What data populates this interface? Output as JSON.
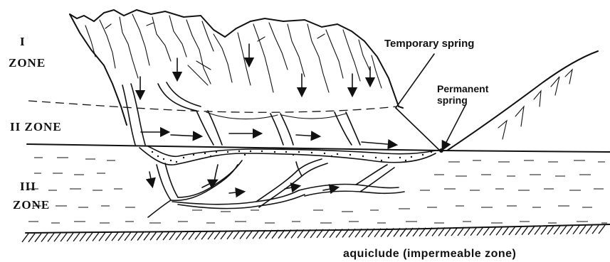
{
  "zones": {
    "zone1_roman": "I",
    "zone1_word": "ZONE",
    "zone2": "II ZONE",
    "zone3_roman": "III",
    "zone3_word": "ZONE"
  },
  "callouts": {
    "temporary_spring": "Temporary spring",
    "permanent_spring_line1": "Permanent",
    "permanent_spring_line2": "spring"
  },
  "aquiclude": {
    "label": "aquiclude (impermeable zone)"
  }
}
